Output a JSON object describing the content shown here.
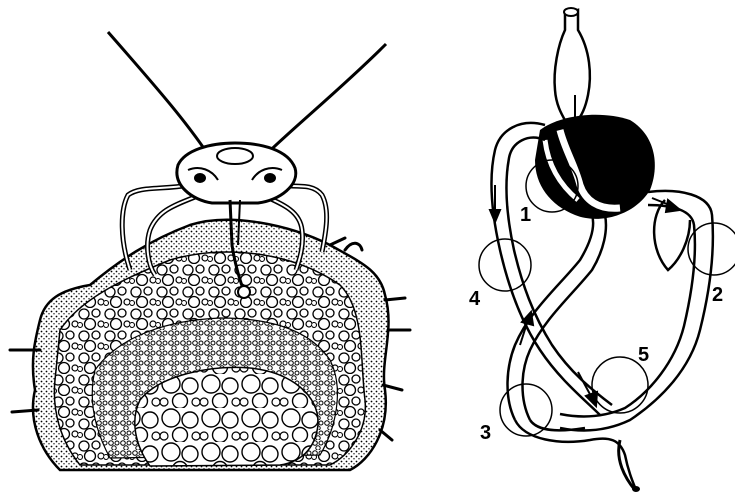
{
  "figure": {
    "left_panel": {
      "subject": "aphid-feeding-on-plant-stem-cross-section",
      "icon": "insect-on-stem-illustration"
    },
    "right_panel": {
      "subject": "aphid-gut-schematic",
      "markers": [
        {
          "label": "1"
        },
        {
          "label": "2"
        },
        {
          "label": "3"
        },
        {
          "label": "4"
        },
        {
          "label": "5"
        }
      ]
    }
  },
  "colors": {
    "ink": "#000000",
    "paper": "#ffffff"
  }
}
